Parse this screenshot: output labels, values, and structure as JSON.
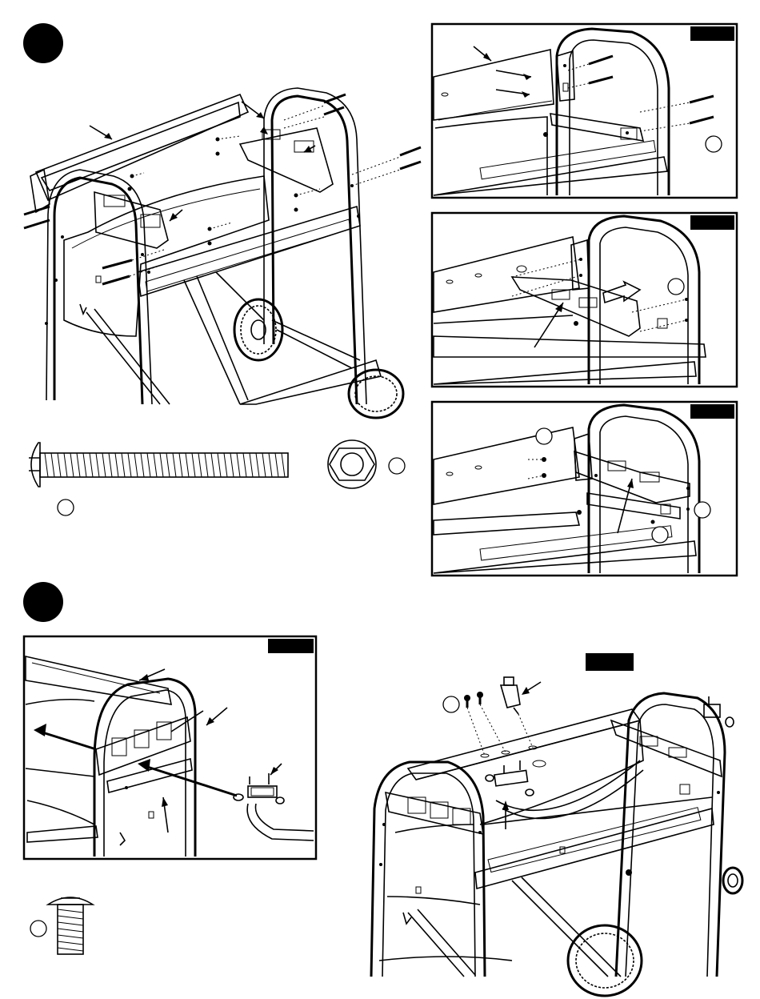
{
  "page": {
    "steps": [
      {
        "id": "step-a",
        "label": ""
      },
      {
        "id": "step-b",
        "label": ""
      }
    ],
    "panels": [
      {
        "id": "detail-1",
        "tag": ""
      },
      {
        "id": "detail-2",
        "tag": ""
      },
      {
        "id": "detail-3",
        "tag": ""
      },
      {
        "id": "detail-4",
        "tag": ""
      },
      {
        "id": "detail-5",
        "tag": ""
      }
    ],
    "callouts": []
  },
  "icons": [
    "long-bolt-icon",
    "hex-nut-icon",
    "short-screw-icon",
    "igniter-icon",
    "wheel-icon",
    "gas-valve-icon"
  ]
}
